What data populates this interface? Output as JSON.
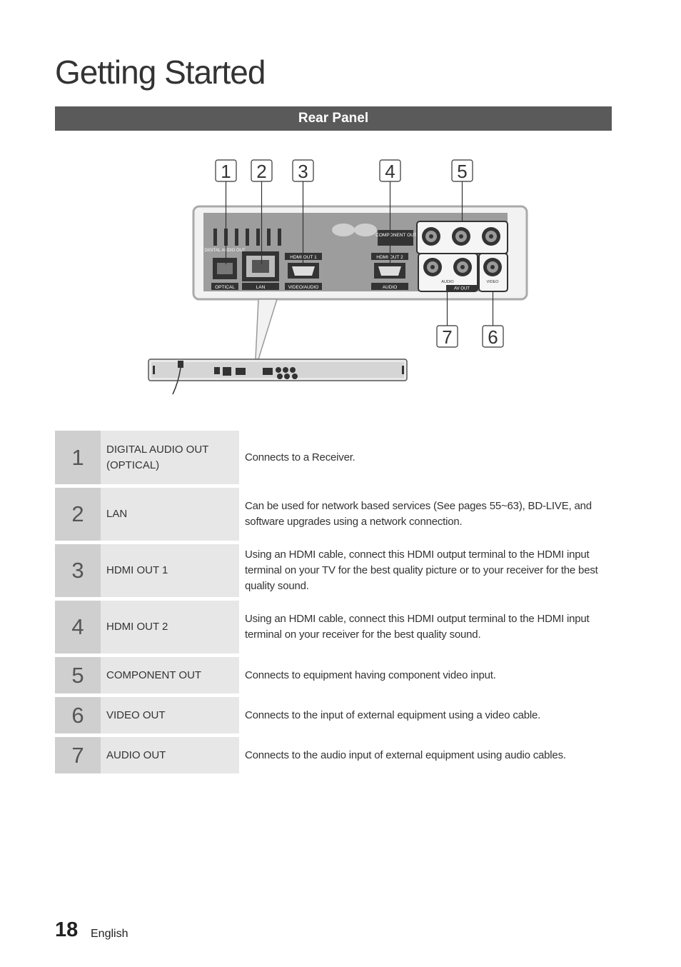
{
  "page": {
    "title": "Getting Started",
    "section": "Rear Panel",
    "page_number": "18",
    "language": "English"
  },
  "diagram": {
    "callouts": [
      "1",
      "2",
      "3",
      "4",
      "5",
      "6",
      "7"
    ],
    "port_labels": {
      "digital_audio_out": "DIGITAL AUDIO OUT",
      "optical": "OPTICAL",
      "lan": "LAN",
      "hdmi_out_1": "HDMI OUT 1",
      "video_audio": "VIDEO/AUDIO",
      "component_out": "COMPONENT OUT",
      "hdmi_out_2": "HDMI OUT 2",
      "audio": "AUDIO",
      "audio_lr": "AUDIO",
      "av_out": "AV OUT",
      "video": "VIDEO"
    }
  },
  "rows": [
    {
      "num": "1",
      "name": "DIGITAL AUDIO OUT (OPTICAL)",
      "desc": "Connects to a Receiver."
    },
    {
      "num": "2",
      "name": "LAN",
      "desc": "Can be used for network based services (See pages 55~63), BD-LIVE, and software upgrades using a network connection."
    },
    {
      "num": "3",
      "name": "HDMI OUT 1",
      "desc": "Using an HDMI cable, connect this HDMI output terminal to the HDMI input terminal on your TV for the best quality picture or to your receiver for the best quality sound."
    },
    {
      "num": "4",
      "name": "HDMI OUT 2",
      "desc": "Using an HDMI cable, connect this HDMI output terminal to the HDMI input terminal on your receiver for the best quality sound."
    },
    {
      "num": "5",
      "name": "COMPONENT OUT",
      "desc": "Connects to equipment having component video input."
    },
    {
      "num": "6",
      "name": "VIDEO OUT",
      "desc": "Connects to the input of external equipment using a video cable."
    },
    {
      "num": "7",
      "name": "AUDIO OUT",
      "desc": "Connects to the audio input of external equipment using audio cables."
    }
  ]
}
